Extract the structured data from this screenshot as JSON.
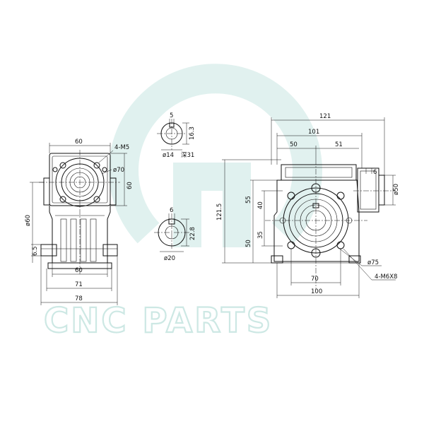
{
  "watermark": {
    "text": "CNC PARTS",
    "color": "#c8e6e2"
  },
  "left_view": {
    "dim_top": "60",
    "callout_holes": "4-M5",
    "dim_circle": "ø70",
    "dim_right": "60",
    "dim_left": "ø60",
    "dim_small": "6.5",
    "dim_bottom_1": "60",
    "dim_bottom_2": "71",
    "dim_bottom_3": "78"
  },
  "shaft_section_1": {
    "key_width": "5",
    "key_height": "16.3",
    "bore": "ø14",
    "depth_label": "深31"
  },
  "shaft_section_2": {
    "key_width": "6",
    "key_height": "22.8",
    "bore": "ø20"
  },
  "right_view": {
    "dim_121": "121",
    "dim_101": "101",
    "dim_50_top": "50",
    "dim_51": "51",
    "dim_6": "6",
    "dim_o50": "ø50",
    "dim_121_5": "121.5",
    "dim_55": "55",
    "dim_40": "40",
    "dim_35": "35",
    "dim_50_left": "50",
    "dim_70": "70",
    "dim_100": "100",
    "dim_o75": "ø75",
    "callout_holes": "4-M6X8"
  }
}
